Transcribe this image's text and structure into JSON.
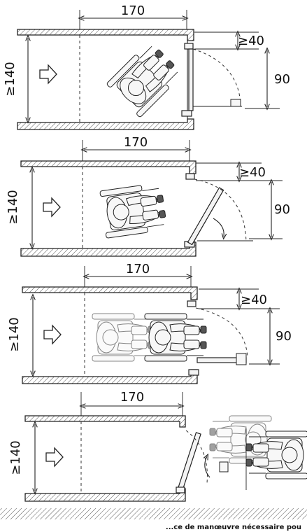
{
  "scenes": [
    {
      "label_width": "170",
      "label_depth": "≥140",
      "label_clearance": "≥40",
      "label_door": "90"
    },
    {
      "label_width": "170",
      "label_depth": "≥140",
      "label_clearance": "≥40",
      "label_door": "90"
    },
    {
      "label_width": "170",
      "label_depth": "≥140",
      "label_clearance": "≥40",
      "label_door": "90"
    },
    {
      "label_width": "170",
      "label_depth": "≥140"
    }
  ],
  "caption": "...ce de manœuvre nécessaire pou"
}
